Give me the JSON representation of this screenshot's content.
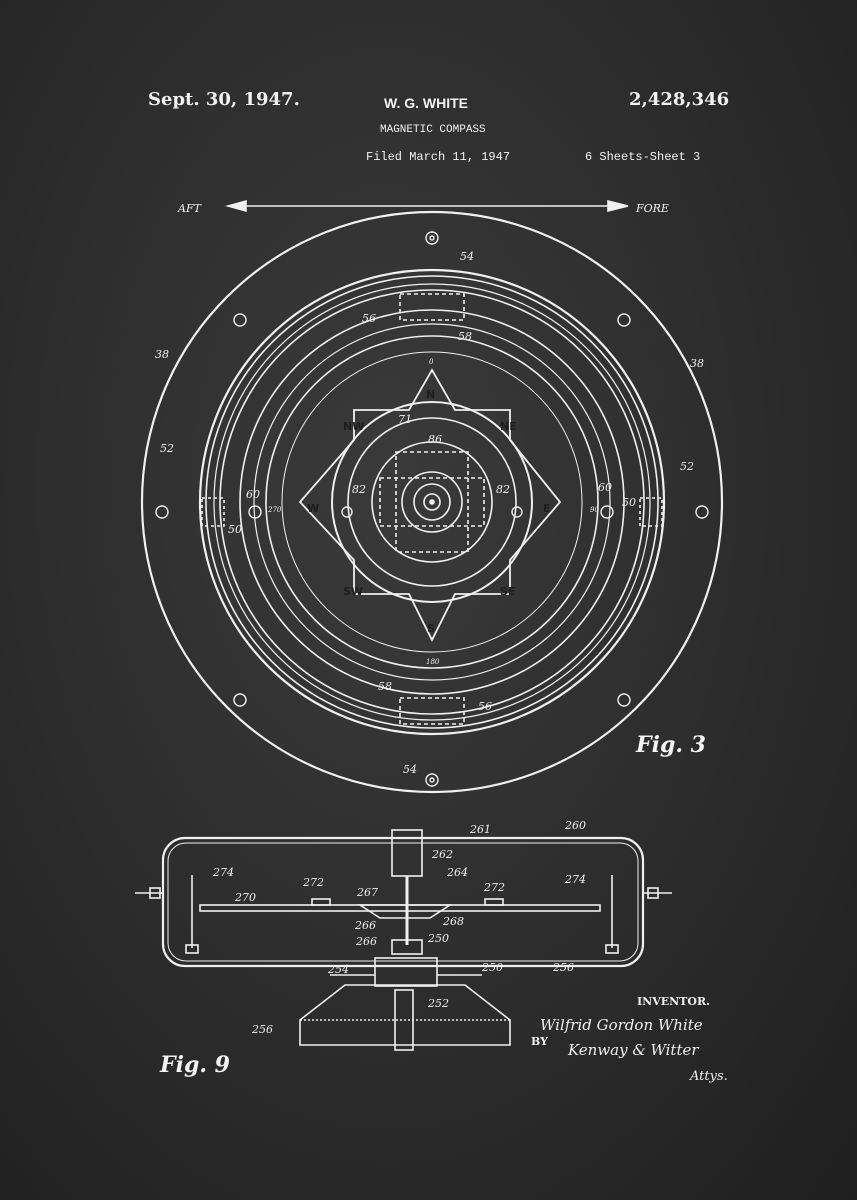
{
  "header": {
    "date": "Sept. 30, 1947.",
    "inventor_name": "W. G. WHITE",
    "patent_number": "2,428,346",
    "title": "MAGNETIC COMPASS",
    "filed": "Filed March 11, 1947",
    "sheets": "6 Sheets-Sheet 3"
  },
  "direction": {
    "aft": "AFT",
    "fore": "FORE"
  },
  "fig3": {
    "label": "Fig. 3",
    "refs": [
      "54",
      "56",
      "58",
      "38",
      "38",
      "52",
      "52",
      "60",
      "60",
      "50",
      "50",
      "71",
      "86",
      "82",
      "82",
      "58",
      "56",
      "54"
    ],
    "cardinals": [
      "N",
      "NE",
      "E",
      "SE",
      "S",
      "SW",
      "W",
      "NW"
    ],
    "degree_marks": [
      "0",
      "90",
      "180",
      "270"
    ]
  },
  "fig9": {
    "label": "Fig. 9",
    "refs": [
      "261",
      "260",
      "262",
      "264",
      "274",
      "272",
      "272",
      "270",
      "267",
      "268",
      "266",
      "266",
      "250",
      "254",
      "250",
      "256",
      "252",
      "256",
      "274"
    ]
  },
  "signature": {
    "inventor_label": "INVENTOR.",
    "inventor_signature": "Wilfrid Gordon White",
    "by": "BY",
    "attorneys_signature": "Kenway & Witter",
    "attys": "Attys."
  },
  "colors": {
    "chalkboard": "#2c2c2c",
    "chalk": "#f0f0f0"
  }
}
